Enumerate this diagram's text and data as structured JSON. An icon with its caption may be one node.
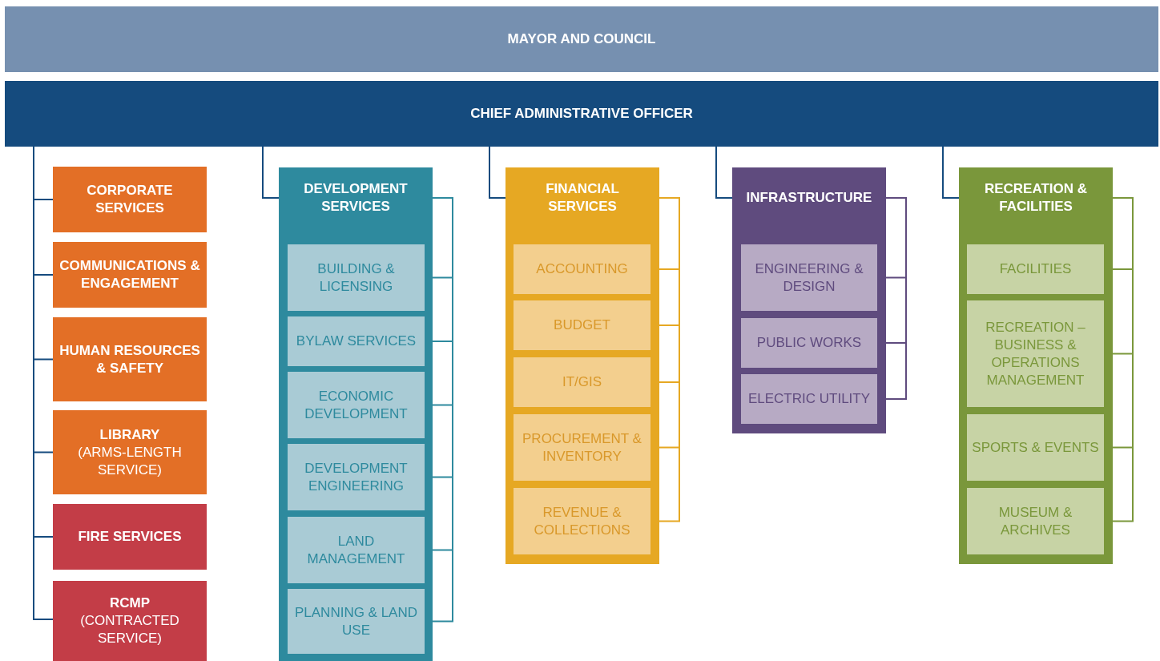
{
  "diagram": {
    "nodes": [
      {
        "text": [
          "MAYOR AND COUNCIL"
        ]
      },
      {
        "text": [
          "CHIEF ADMINISTRATIVE OFFICER"
        ]
      },
      {
        "text": [
          "CORPORATE SERVICES"
        ]
      },
      {
        "text": [
          "COMMUNICATIONS & ENGAGEMENT"
        ]
      },
      {
        "text": [
          "HUMAN RESOURCES & SAFETY"
        ]
      },
      {
        "text": [
          "LIBRARY",
          "(ARMS-LENGTH SERVICE)"
        ]
      },
      {
        "text": [
          "FIRE SERVICES"
        ]
      },
      {
        "text": [
          "RCMP",
          "(CONTRACTED SERVICE)"
        ]
      },
      {
        "text": [
          "DEVELOPMENT SERVICES"
        ]
      },
      {
        "text": [
          "BUILDING & LICENSING"
        ],
        "in": 8
      },
      {
        "text": [
          "BYLAW SERVICES"
        ],
        "in": 8
      },
      {
        "text": [
          "ECONOMIC DEVELOPMENT"
        ],
        "in": 8
      },
      {
        "text": [
          "DEVELOPMENT ENGINEERING"
        ],
        "in": 8
      },
      {
        "text": [
          "LAND MANAGEMENT"
        ],
        "in": 8
      },
      {
        "text": [
          "PLANNING & LAND USE"
        ],
        "in": 8
      },
      {
        "text": [
          "FINANCIAL SERVICES"
        ]
      },
      {
        "text": [
          "ACCOUNTING"
        ],
        "in": 15
      },
      {
        "text": [
          "BUDGET"
        ],
        "in": 15
      },
      {
        "text": [
          "IT/GIS"
        ],
        "in": 15
      },
      {
        "text": [
          "PROCUREMENT & INVENTORY"
        ],
        "in": 15
      },
      {
        "text": [
          "REVENUE & COLLECTIONS"
        ],
        "in": 15
      },
      {
        "text": [
          "INFRASTRUCTURE"
        ]
      },
      {
        "text": [
          "ENGINEERING & DESIGN"
        ],
        "in": 21
      },
      {
        "text": [
          "PUBLIC WORKS"
        ],
        "in": 21
      },
      {
        "text": [
          "ELECTRIC UTILITY"
        ],
        "in": 21
      },
      {
        "text": [
          "RECREATION & FACILITIES"
        ]
      },
      {
        "text": [
          "FACILITIES"
        ],
        "in": 25
      },
      {
        "text": [
          "RECREATION – BUSINESS & OPERATIONS MANAGEMENT"
        ],
        "in": 25
      },
      {
        "text": [
          "SPORTS & EVENTS"
        ],
        "in": 25
      },
      {
        "text": [
          "MUSEUM & ARCHIVES"
        ],
        "in": 25
      }
    ],
    "edges": [
      {
        "from": 1,
        "to": 2,
        "arrow": "none"
      },
      {
        "from": 1,
        "to": 3,
        "arrow": "none"
      },
      {
        "from": 1,
        "to": 4,
        "arrow": "none"
      },
      {
        "from": 1,
        "to": 5,
        "arrow": "none"
      },
      {
        "from": 1,
        "to": 6,
        "arrow": "none"
      },
      {
        "from": 1,
        "to": 7,
        "arrow": "none"
      },
      {
        "from": 1,
        "to": 8,
        "arrow": "none"
      },
      {
        "from": 1,
        "to": 15,
        "arrow": "none"
      },
      {
        "from": 1,
        "to": 21,
        "arrow": "none"
      },
      {
        "from": 1,
        "to": 25,
        "arrow": "none"
      },
      {
        "from": 8,
        "to": 9,
        "arrow": "none",
        "color": "#2e8a9e"
      },
      {
        "from": 8,
        "to": 10,
        "arrow": "none",
        "color": "#2e8a9e"
      },
      {
        "from": 8,
        "to": 11,
        "arrow": "none",
        "color": "#2e8a9e"
      },
      {
        "from": 8,
        "to": 12,
        "arrow": "none",
        "color": "#2e8a9e"
      },
      {
        "from": 8,
        "to": 13,
        "arrow": "none",
        "color": "#2e8a9e"
      },
      {
        "from": 8,
        "to": 14,
        "arrow": "none",
        "color": "#2e8a9e"
      },
      {
        "from": 15,
        "to": 16,
        "arrow": "none",
        "color": "#e6a823"
      },
      {
        "from": 15,
        "to": 17,
        "arrow": "none",
        "color": "#e6a823"
      },
      {
        "from": 15,
        "to": 18,
        "arrow": "none",
        "color": "#e6a823"
      },
      {
        "from": 15,
        "to": 19,
        "arrow": "none",
        "color": "#e6a823"
      },
      {
        "from": 15,
        "to": 20,
        "arrow": "none",
        "color": "#e6a823"
      },
      {
        "from": 21,
        "to": 22,
        "arrow": "none",
        "color": "#5f4b7e"
      },
      {
        "from": 21,
        "to": 23,
        "arrow": "none",
        "color": "#5f4b7e"
      },
      {
        "from": 21,
        "to": 24,
        "arrow": "none",
        "color": "#5f4b7e"
      },
      {
        "from": 25,
        "to": 26,
        "arrow": "none",
        "color": "#7a973b"
      },
      {
        "from": 25,
        "to": 27,
        "arrow": "none",
        "color": "#7a973b"
      },
      {
        "from": 25,
        "to": 28,
        "arrow": "none",
        "color": "#7a973b"
      },
      {
        "from": 25,
        "to": 29,
        "arrow": "none",
        "color": "#7a973b"
      }
    ]
  }
}
